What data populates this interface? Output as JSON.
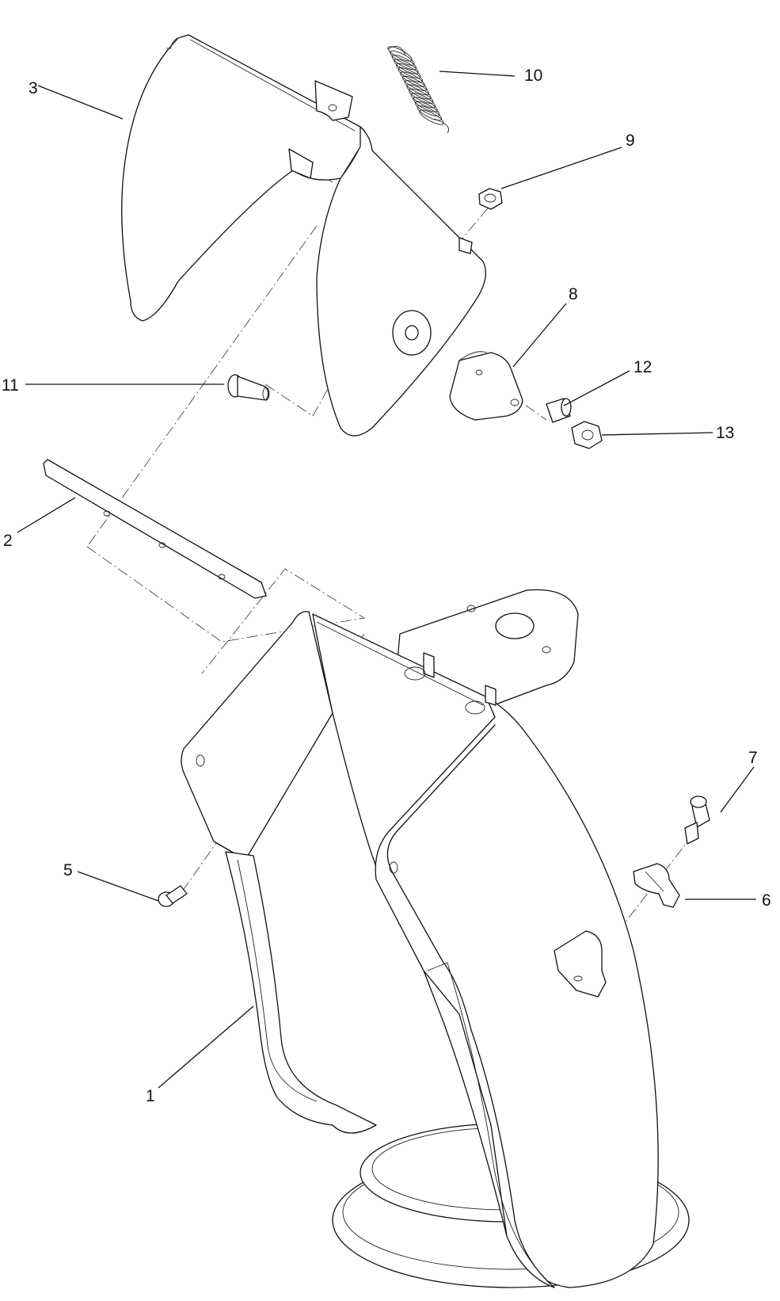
{
  "callouts": [
    {
      "id": "c1",
      "label": "1"
    },
    {
      "id": "c2",
      "label": "2"
    },
    {
      "id": "c3",
      "label": "3"
    },
    {
      "id": "c5",
      "label": "5"
    },
    {
      "id": "c6",
      "label": "6"
    },
    {
      "id": "c7",
      "label": "7"
    },
    {
      "id": "c8",
      "label": "8"
    },
    {
      "id": "c9",
      "label": "9"
    },
    {
      "id": "c10",
      "label": "10"
    },
    {
      "id": "c11",
      "label": "11"
    },
    {
      "id": "c12",
      "label": "12"
    },
    {
      "id": "c13",
      "label": "13"
    }
  ],
  "colors": {
    "line": "#111111",
    "background": "#ffffff"
  }
}
